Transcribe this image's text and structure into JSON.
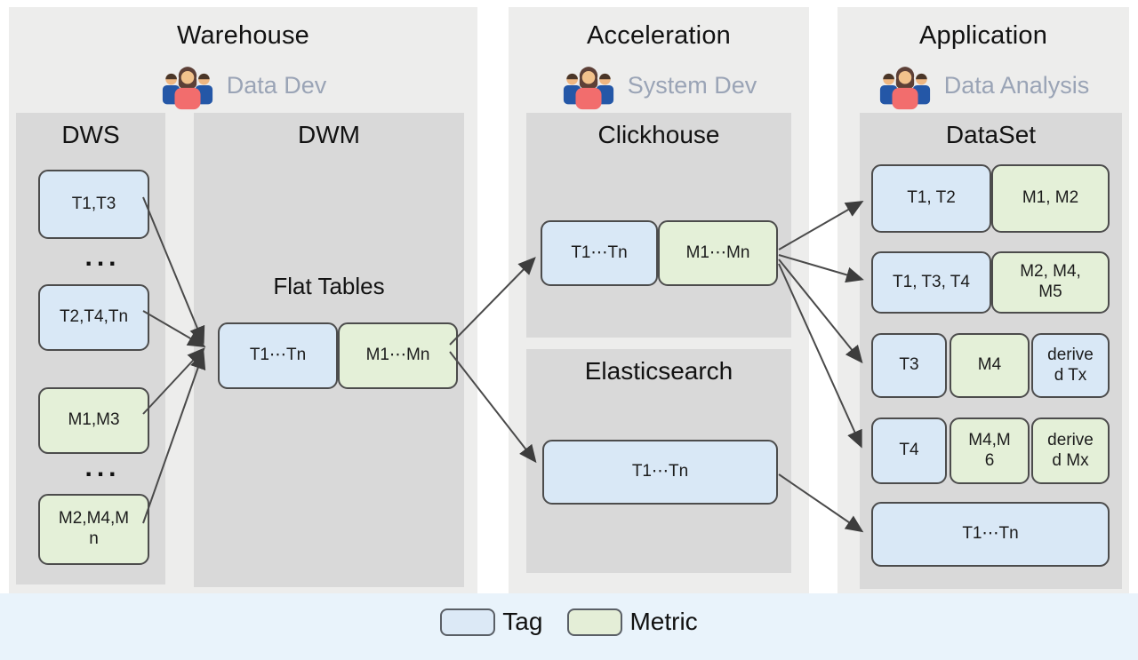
{
  "colors": {
    "tag": "#d9e8f6",
    "metric": "#e4f0d8",
    "panel_bg": "#ededec",
    "section_bg": "#d9d9d9",
    "node_border": "#4c4c4c",
    "persona_text": "#9aa4b6",
    "footer_bg": "#e9f3fb",
    "arrow": "#4a4a4a"
  },
  "warehouse": {
    "title": "Warehouse",
    "persona": "Data Dev",
    "dws": {
      "title": "DWS",
      "boxes": [
        {
          "label": "T1,T3",
          "type": "tag"
        },
        {
          "label": "T2,T4,Tn",
          "type": "tag"
        },
        {
          "label": "M1,M3",
          "type": "metric"
        },
        {
          "label": "M2,M4,Mn",
          "type": "metric"
        }
      ],
      "ellipsis1": "...",
      "ellipsis2": "..."
    },
    "dwm": {
      "title": "DWM",
      "flat_tables_label": "Flat Tables",
      "tag_box": "T1⋯Tn",
      "metric_box": "M1⋯Mn"
    }
  },
  "acceleration": {
    "title": "Acceleration",
    "persona": "System Dev",
    "clickhouse": {
      "title": "Clickhouse",
      "tag_box": "T1⋯Tn",
      "metric_box": "M1⋯Mn"
    },
    "elasticsearch": {
      "title": "Elasticsearch",
      "tag_box": "T1⋯Tn"
    }
  },
  "application": {
    "title": "Application",
    "persona": "Data Analysis",
    "dataset": {
      "title": "DataSet",
      "rows": [
        {
          "cells": [
            {
              "label": "T1, T2",
              "type": "tag"
            },
            {
              "label": "M1, M2",
              "type": "metric"
            }
          ]
        },
        {
          "cells": [
            {
              "label": "T1, T3, T4",
              "type": "tag"
            },
            {
              "label": "M2, M4, M5",
              "type": "metric"
            }
          ]
        },
        {
          "cells": [
            {
              "label": "T3",
              "type": "tag"
            },
            {
              "label": "M4",
              "type": "metric"
            },
            {
              "label": "derived Tx",
              "type": "tag"
            }
          ]
        },
        {
          "cells": [
            {
              "label": "T4",
              "type": "tag"
            },
            {
              "label": "M4,M6",
              "type": "metric"
            },
            {
              "label": "derived Mx",
              "type": "metric"
            }
          ]
        },
        {
          "cells": [
            {
              "label": "T1⋯Tn",
              "type": "tag"
            }
          ]
        }
      ]
    }
  },
  "legend": {
    "tag_label": "Tag",
    "metric_label": "Metric"
  }
}
